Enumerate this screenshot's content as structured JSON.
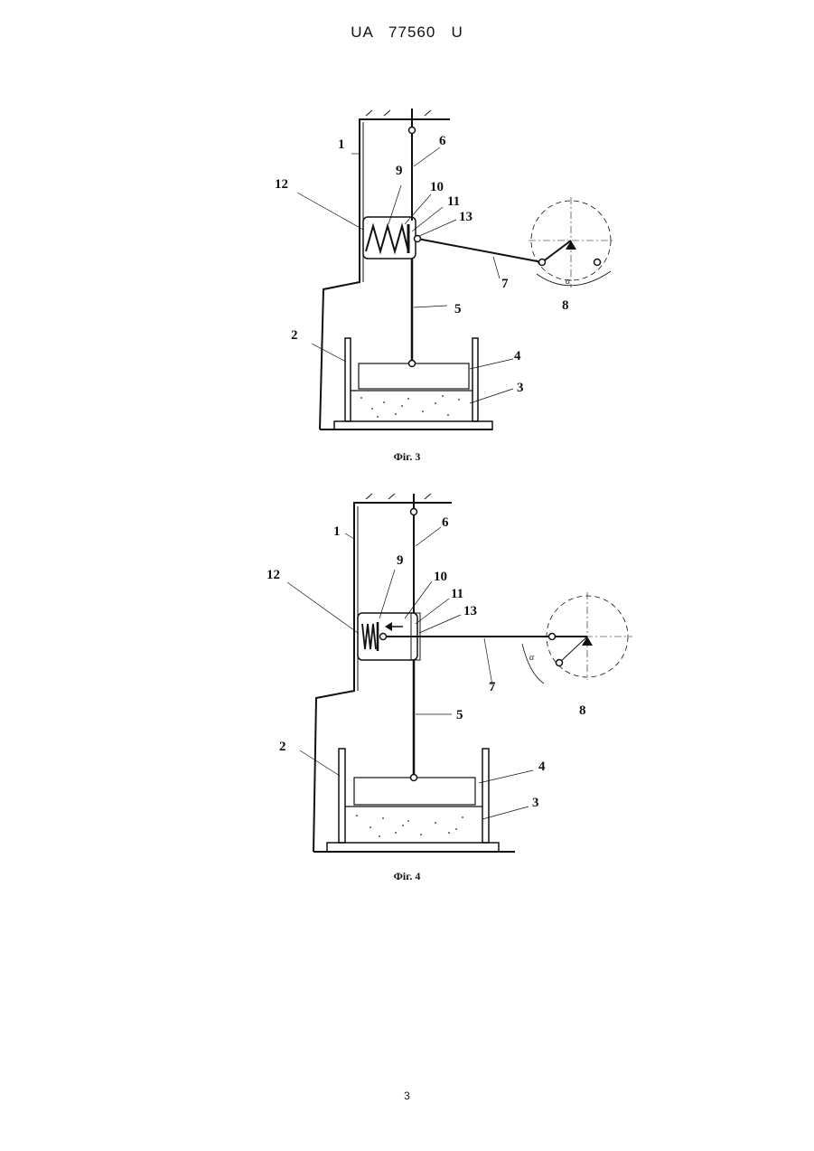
{
  "header": {
    "text": "UA   77560   U"
  },
  "figures": [
    {
      "caption": "Фіг. 3",
      "labels": {
        "l1": "1",
        "l2": "2",
        "l3": "3",
        "l4": "4",
        "l5": "5",
        "l6": "6",
        "l7": "7",
        "l8": "8",
        "l9": "9",
        "l10": "10",
        "l11": "11",
        "l12": "12",
        "l13": "13"
      },
      "angle": "α"
    },
    {
      "caption": "Фіг. 4",
      "labels": {
        "l1": "1",
        "l2": "2",
        "l3": "3",
        "l4": "4",
        "l5": "5",
        "l6": "6",
        "l7": "7",
        "l8": "8",
        "l9": "9",
        "l10": "10",
        "l11": "11",
        "l12": "12",
        "l13": "13"
      },
      "angle": "α"
    }
  ],
  "page_number": "3"
}
